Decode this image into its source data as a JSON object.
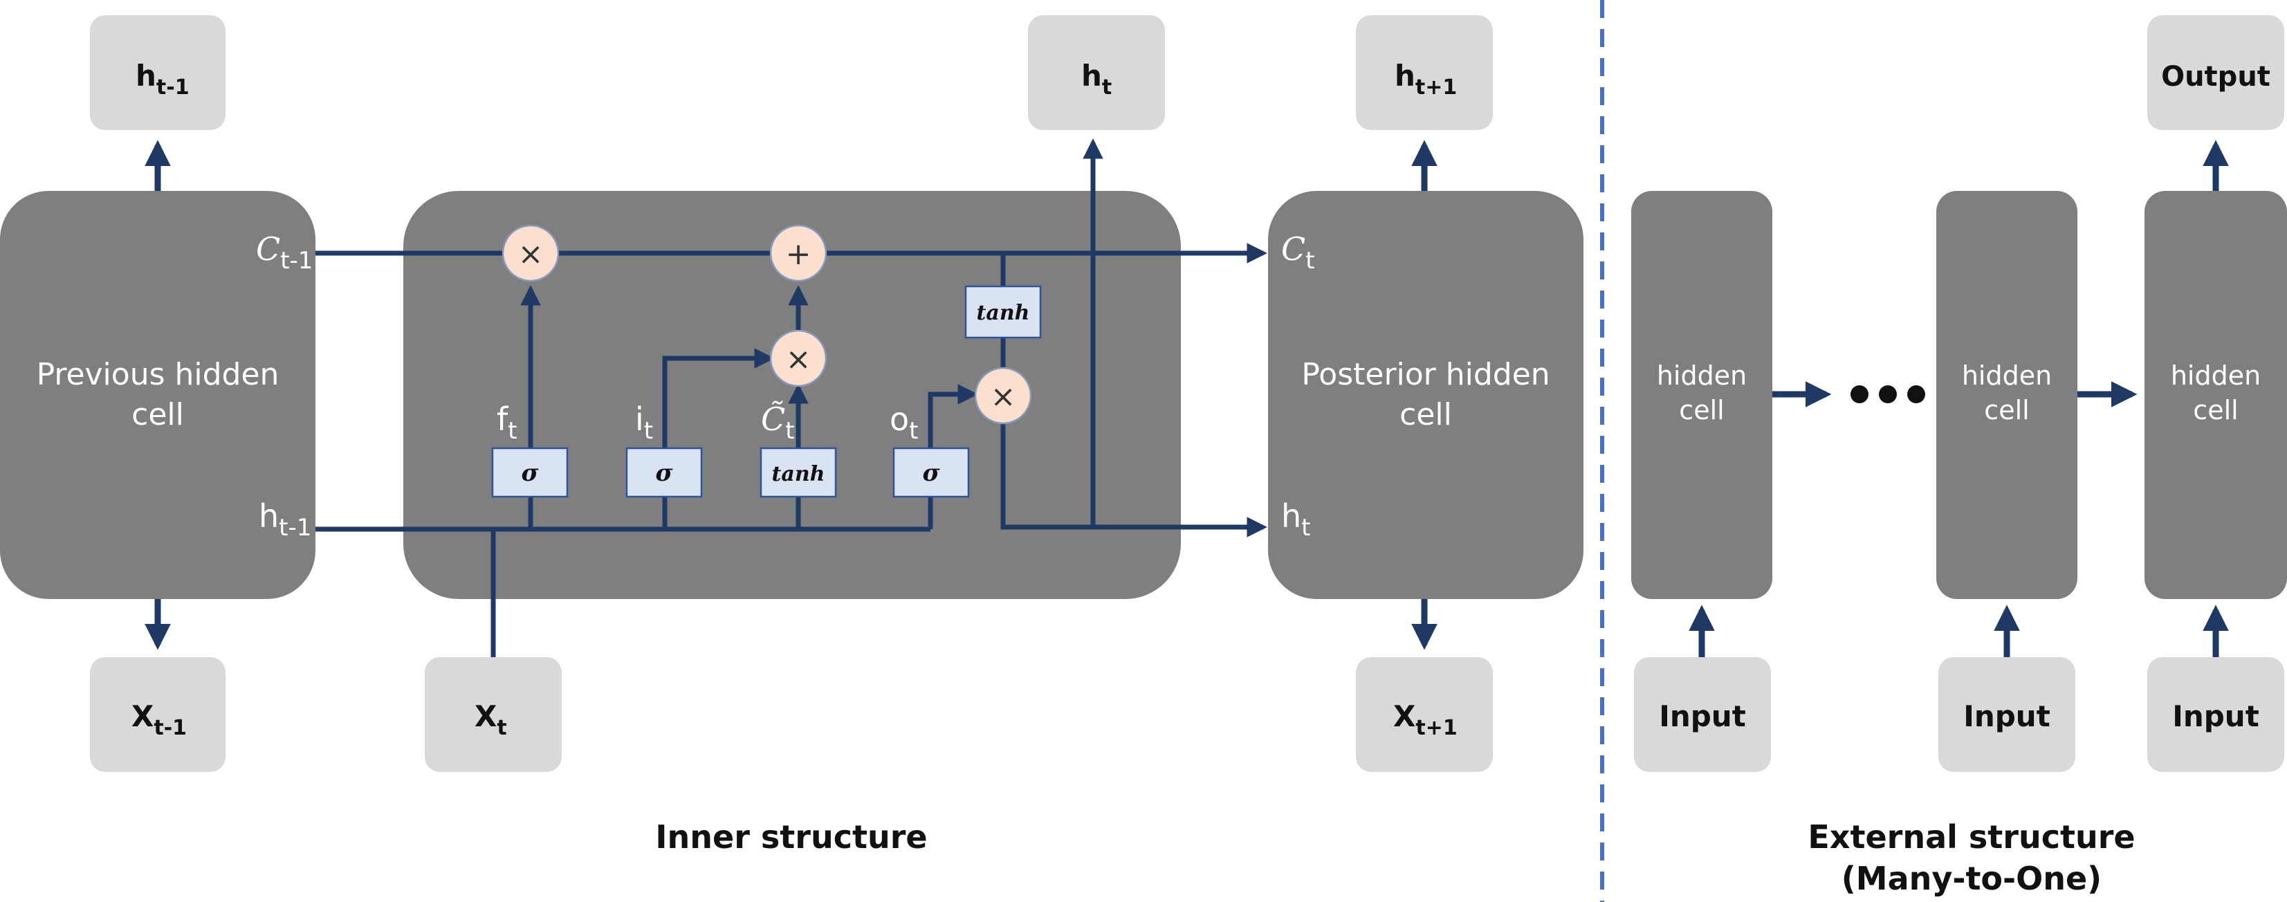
{
  "inner": {
    "caption": "Inner structure",
    "previous_cell": {
      "line1": "Previous hidden",
      "line2": "cell"
    },
    "posterior_cell": {
      "line1": "Posterior hidden",
      "line2": "cell"
    },
    "h_prev_top": {
      "base": "h",
      "sub": "t-1"
    },
    "h_t_top": {
      "base": "h",
      "sub": "t"
    },
    "h_next_top": {
      "base": "h",
      "sub": "t+1"
    },
    "x_prev": {
      "base": "X",
      "sub": "t-1"
    },
    "x_t": {
      "base": "X",
      "sub": "t"
    },
    "x_next": {
      "base": "X",
      "sub": "t+1"
    },
    "c_prev_port": {
      "base": "C",
      "sub": "t-1"
    },
    "h_prev_port": {
      "base": "h",
      "sub": "t-1"
    },
    "c_t_port": {
      "base": "C",
      "sub": "t"
    },
    "h_t_port": {
      "base": "h",
      "sub": "t"
    },
    "gates": {
      "forget": {
        "label": "σ",
        "name": "f",
        "sub": "t"
      },
      "input": {
        "label": "σ",
        "name": "i",
        "sub": "t"
      },
      "candidate": {
        "label": "tanh",
        "name": "C̃",
        "sub": "t"
      },
      "output": {
        "label": "σ",
        "name": "o",
        "sub": "t"
      },
      "cell_tanh": {
        "label": "tanh"
      }
    },
    "ops": {
      "multiply": "×",
      "add": "+"
    }
  },
  "external": {
    "caption_line1": "External structure",
    "caption_line2": "(Many-to-One)",
    "cell_line1": "hidden",
    "cell_line2": "cell",
    "input_label": "Input",
    "output_label": "Output",
    "ellipsis": "•••"
  },
  "colors": {
    "arrow": "#1f3864",
    "dark_box": "#7f7f7f",
    "light_box": "#d9d9d9",
    "op_circle": "#fbe0cf",
    "gate_box": "#dae3f3",
    "divider": "#4472c4"
  }
}
